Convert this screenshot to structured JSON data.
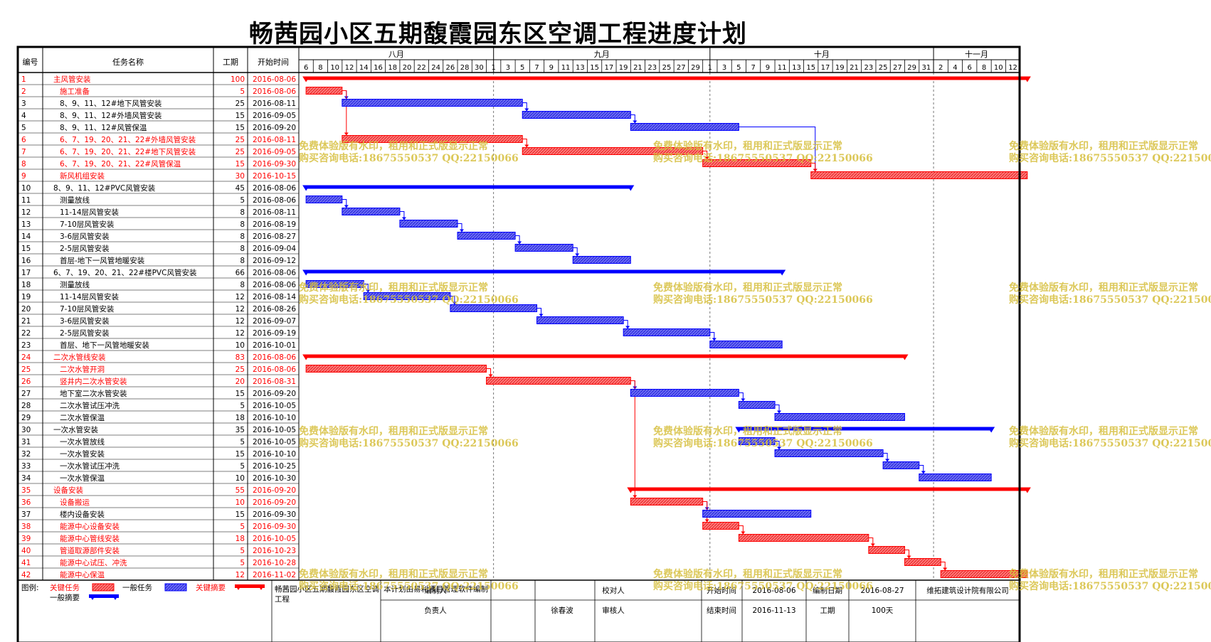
{
  "page_title": "畅茜园小区五期馥霞园东区空调工程进度计划",
  "colors": {
    "critical": "#ff0000",
    "critical_bar": "#ff7070",
    "normal": "#0000ff",
    "normal_bar": "#5a5af0",
    "critical_text": "#ff0000",
    "watermark": "#d6be3c"
  },
  "chart_data": {
    "type": "gantt",
    "title": "畅茜园小区五期馥霞园东区空调工程进度计划",
    "date_range": [
      "2016-08-05",
      "2016-11-13"
    ],
    "columns": [
      "编号",
      "任务名称",
      "工期",
      "开始时间"
    ],
    "months": [
      {
        "label": "八月",
        "start": "2016-08-05"
      },
      {
        "label": "九月",
        "start": "2016-09-01"
      },
      {
        "label": "十月",
        "start": "2016-10-01"
      },
      {
        "label": "十一月",
        "start": "2016-11-01"
      }
    ],
    "day_ticks": [
      "6",
      "8",
      "10",
      "12",
      "14",
      "16",
      "18",
      "20",
      "22",
      "24",
      "26",
      "28",
      "30",
      "1",
      "3",
      "5",
      "7",
      "9",
      "11",
      "13",
      "15",
      "17",
      "19",
      "21",
      "23",
      "25",
      "27",
      "29",
      "1",
      "3",
      "5",
      "7",
      "9",
      "11",
      "13",
      "15",
      "17",
      "19",
      "21",
      "23",
      "25",
      "27",
      "29",
      "31",
      "2",
      "4",
      "6",
      "8",
      "10",
      "12"
    ],
    "tasks": [
      {
        "id": "1",
        "name": "主风管安装",
        "duration": 100,
        "start": "2016-08-06",
        "kind": "summary",
        "critical": true,
        "indent": 0
      },
      {
        "id": "2",
        "name": "施工准备",
        "duration": 5,
        "start": "2016-08-06",
        "kind": "task",
        "critical": true,
        "indent": 1
      },
      {
        "id": "3",
        "name": "8、9、11、12#地下风管安装",
        "duration": 25,
        "start": "2016-08-11",
        "kind": "task",
        "critical": false,
        "indent": 1
      },
      {
        "id": "4",
        "name": "8、9、11、12#外墙风管安装",
        "duration": 15,
        "start": "2016-09-05",
        "kind": "task",
        "critical": false,
        "indent": 1
      },
      {
        "id": "5",
        "name": "8、9、11、12#风管保温",
        "duration": 15,
        "start": "2016-09-20",
        "kind": "task",
        "critical": false,
        "indent": 1
      },
      {
        "id": "6",
        "name": "6、7、19、20、21、22#外墙风管安装",
        "duration": 25,
        "start": "2016-08-11",
        "kind": "task",
        "critical": true,
        "indent": 1
      },
      {
        "id": "7",
        "name": "6、7、19、20、21、22#地下风管安装",
        "duration": 25,
        "start": "2016-09-05",
        "kind": "task",
        "critical": true,
        "indent": 1
      },
      {
        "id": "8",
        "name": "6、7、19、20、21、22#风管保温",
        "duration": 15,
        "start": "2016-09-30",
        "kind": "task",
        "critical": true,
        "indent": 1
      },
      {
        "id": "9",
        "name": "新风机组安装",
        "duration": 30,
        "start": "2016-10-15",
        "kind": "task",
        "critical": true,
        "indent": 1
      },
      {
        "id": "10",
        "name": "8、9、11、12#PVC风管安装",
        "duration": 45,
        "start": "2016-08-06",
        "kind": "summary",
        "critical": false,
        "indent": 0
      },
      {
        "id": "11",
        "name": "测量放线",
        "duration": 5,
        "start": "2016-08-06",
        "kind": "task",
        "critical": false,
        "indent": 1
      },
      {
        "id": "12",
        "name": "11-14层风管安装",
        "duration": 8,
        "start": "2016-08-11",
        "kind": "task",
        "critical": false,
        "indent": 1
      },
      {
        "id": "13",
        "name": "7-10层风管安装",
        "duration": 8,
        "start": "2016-08-19",
        "kind": "task",
        "critical": false,
        "indent": 1
      },
      {
        "id": "14",
        "name": "3-6层风管安装",
        "duration": 8,
        "start": "2016-08-27",
        "kind": "task",
        "critical": false,
        "indent": 1
      },
      {
        "id": "15",
        "name": "2-5层风管安装",
        "duration": 8,
        "start": "2016-09-04",
        "kind": "task",
        "critical": false,
        "indent": 1
      },
      {
        "id": "16",
        "name": "首层-地下一风管地暖安装",
        "duration": 8,
        "start": "2016-09-12",
        "kind": "task",
        "critical": false,
        "indent": 1
      },
      {
        "id": "17",
        "name": "6、7、19、20、21、22#楼PVC风管安装",
        "duration": 66,
        "start": "2016-08-06",
        "kind": "summary",
        "critical": false,
        "indent": 0
      },
      {
        "id": "18",
        "name": "测量放线",
        "duration": 8,
        "start": "2016-08-06",
        "kind": "task",
        "critical": false,
        "indent": 1
      },
      {
        "id": "19",
        "name": "11-14层风管安装",
        "duration": 12,
        "start": "2016-08-14",
        "kind": "task",
        "critical": false,
        "indent": 1
      },
      {
        "id": "20",
        "name": "7-10层风管安装",
        "duration": 12,
        "start": "2016-08-26",
        "kind": "task",
        "critical": false,
        "indent": 1
      },
      {
        "id": "21",
        "name": "3-6层风管安装",
        "duration": 12,
        "start": "2016-09-07",
        "kind": "task",
        "critical": false,
        "indent": 1
      },
      {
        "id": "22",
        "name": "2-5层风管安装",
        "duration": 12,
        "start": "2016-09-19",
        "kind": "task",
        "critical": false,
        "indent": 1
      },
      {
        "id": "23",
        "name": "首层、地下一风管地暖安装",
        "duration": 10,
        "start": "2016-10-01",
        "kind": "task",
        "critical": false,
        "indent": 1
      },
      {
        "id": "24",
        "name": "二次水管线安装",
        "duration": 83,
        "start": "2016-08-06",
        "kind": "summary",
        "critical": true,
        "indent": 0
      },
      {
        "id": "25",
        "name": "二次水管开洞",
        "duration": 25,
        "start": "2016-08-06",
        "kind": "task",
        "critical": true,
        "indent": 1
      },
      {
        "id": "26",
        "name": "竖井内二次水管安装",
        "duration": 20,
        "start": "2016-08-31",
        "kind": "task",
        "critical": true,
        "indent": 1
      },
      {
        "id": "27",
        "name": "地下室二次水管安装",
        "duration": 15,
        "start": "2016-09-20",
        "kind": "task",
        "critical": false,
        "indent": 1
      },
      {
        "id": "28",
        "name": "二次水管试压冲洗",
        "duration": 5,
        "start": "2016-10-05",
        "kind": "task",
        "critical": false,
        "indent": 1
      },
      {
        "id": "29",
        "name": "二次水管保温",
        "duration": 18,
        "start": "2016-10-10",
        "kind": "task",
        "critical": false,
        "indent": 1
      },
      {
        "id": "30",
        "name": "一次水管安装",
        "duration": 35,
        "start": "2016-10-05",
        "kind": "summary",
        "critical": false,
        "indent": 0
      },
      {
        "id": "31",
        "name": "一次水管放线",
        "duration": 5,
        "start": "2016-10-05",
        "kind": "task",
        "critical": false,
        "indent": 1
      },
      {
        "id": "32",
        "name": "一次水管安装",
        "duration": 15,
        "start": "2016-10-10",
        "kind": "task",
        "critical": false,
        "indent": 1
      },
      {
        "id": "33",
        "name": "一次水管试压冲洗",
        "duration": 5,
        "start": "2016-10-25",
        "kind": "task",
        "critical": false,
        "indent": 1
      },
      {
        "id": "34",
        "name": "一次水管保温",
        "duration": 10,
        "start": "2016-10-30",
        "kind": "task",
        "critical": false,
        "indent": 1
      },
      {
        "id": "35",
        "name": "设备安装",
        "duration": 55,
        "start": "2016-09-20",
        "kind": "summary",
        "critical": true,
        "indent": 0
      },
      {
        "id": "36",
        "name": "设备搬运",
        "duration": 10,
        "start": "2016-09-20",
        "kind": "task",
        "critical": true,
        "indent": 1
      },
      {
        "id": "37",
        "name": "楼内设备安装",
        "duration": 15,
        "start": "2016-09-30",
        "kind": "task",
        "critical": false,
        "indent": 1
      },
      {
        "id": "38",
        "name": "能源中心设备安装",
        "duration": 5,
        "start": "2016-09-30",
        "kind": "task",
        "critical": true,
        "indent": 1
      },
      {
        "id": "39",
        "name": "能源中心管线安装",
        "duration": 18,
        "start": "2016-10-05",
        "kind": "task",
        "critical": true,
        "indent": 1
      },
      {
        "id": "40",
        "name": "管道取源部件安装",
        "duration": 5,
        "start": "2016-10-23",
        "kind": "task",
        "critical": true,
        "indent": 1
      },
      {
        "id": "41",
        "name": "能源中心试压、冲洗",
        "duration": 5,
        "start": "2016-10-28",
        "kind": "task",
        "critical": true,
        "indent": 1
      },
      {
        "id": "42",
        "name": "能源中心保温",
        "duration": 12,
        "start": "2016-11-02",
        "kind": "task",
        "critical": true,
        "indent": 1
      }
    ],
    "links": [
      [
        2,
        3
      ],
      [
        3,
        4
      ],
      [
        4,
        5
      ],
      [
        5,
        9
      ],
      [
        2,
        6
      ],
      [
        6,
        7
      ],
      [
        7,
        8
      ],
      [
        8,
        9
      ],
      [
        11,
        12
      ],
      [
        12,
        13
      ],
      [
        13,
        14
      ],
      [
        14,
        15
      ],
      [
        15,
        16
      ],
      [
        18,
        19
      ],
      [
        19,
        20
      ],
      [
        20,
        21
      ],
      [
        21,
        22
      ],
      [
        22,
        23
      ],
      [
        25,
        26
      ],
      [
        26,
        27
      ],
      [
        27,
        28
      ],
      [
        28,
        29
      ],
      [
        31,
        32
      ],
      [
        32,
        33
      ],
      [
        33,
        34
      ],
      [
        36,
        37
      ],
      [
        36,
        38
      ],
      [
        38,
        39
      ],
      [
        39,
        40
      ],
      [
        40,
        41
      ],
      [
        41,
        42
      ],
      [
        26,
        36
      ]
    ]
  },
  "legend": {
    "label": "图例:",
    "critical_task": "关键任务",
    "normal_task": "一般任务",
    "critical_summary": "关键摘要",
    "normal_summary": "一般摘要"
  },
  "footer": {
    "project": "畅茜园小区五期馥霞园东区空调工程",
    "note": "本计划由易利项目管理软件编制",
    "compiler_label": "编制人",
    "compiler": "",
    "checker_label": "校对人",
    "checker": "",
    "start_label": "开始时间",
    "start": "2016-08-06",
    "compile_date_label": "编制日期",
    "compile_date": "2016-08-27",
    "company": "维拓建筑设计院有限公司",
    "leader_label": "负责人",
    "leader": "徐春波",
    "reviewer_label": "审核人",
    "reviewer": "",
    "end_label": "结束时间",
    "end": "2016-11-13",
    "duration_label": "工期",
    "duration": "100天"
  },
  "watermark": {
    "line1": "免费体验版有水印，租用和正式版显示正常",
    "line2": "购买咨询电话:18675550537 QQ:22150066"
  }
}
